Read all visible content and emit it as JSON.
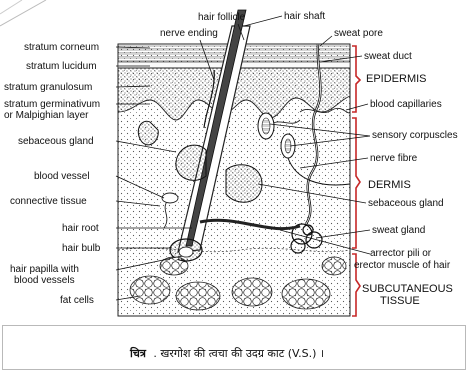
{
  "labels_left": [
    "stratum corneum",
    "stratum lucidum",
    "stratum granulosum",
    "stratum germinativum",
    "or Malpighian layer",
    "sebaceous gland",
    "blood vessel",
    "connective tissue",
    "hair root",
    "hair bulb",
    "hair papilla with",
    "blood vessels",
    "fat cells"
  ],
  "labels_top": [
    "hair follicle",
    "nerve ending",
    "hair shaft",
    "sweat pore"
  ],
  "labels_right": [
    "sweat duct",
    "blood capillaries",
    "sensory corpuscles",
    "nerve fibre",
    "sebaceous gland",
    "sweat gland",
    "arrector pili or",
    "erector muscle of hair"
  ],
  "zones": [
    "EPIDERMIS",
    "DERMIS",
    "SUBCUTANEOUS",
    "TISSUE"
  ],
  "caption": {
    "tag": "चित्र",
    "text": ". खरगोश की त्वचा की उदग्र काट (V.S.) ।"
  },
  "colors": {
    "zone_bracket": "#c62828",
    "ink": "#111111"
  }
}
